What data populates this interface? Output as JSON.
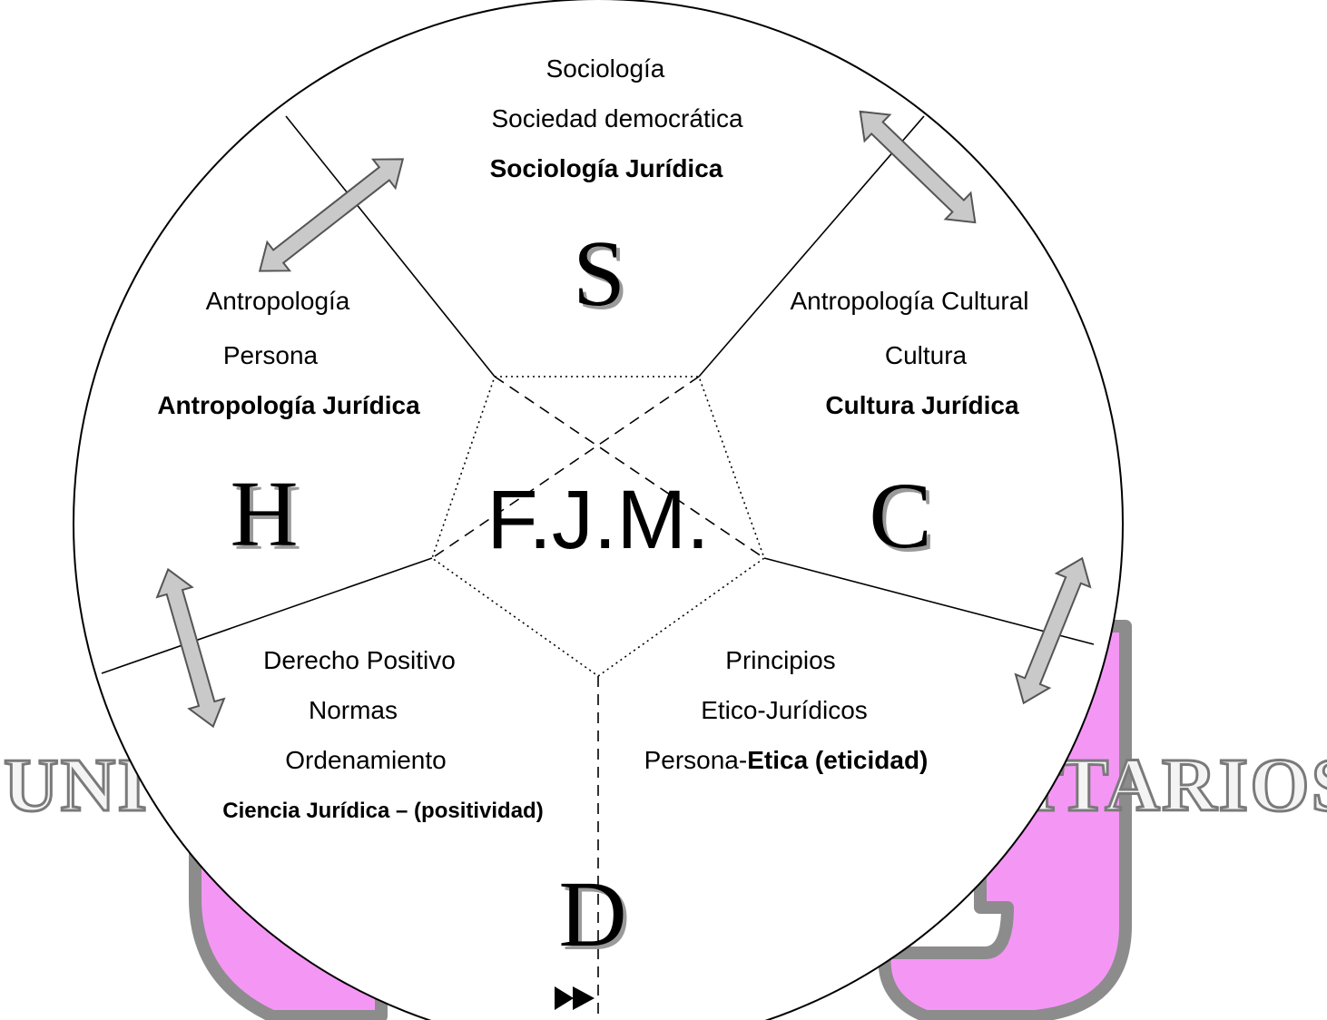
{
  "watermark": {
    "left_text": "UNIO",
    "right_text": "SITARIOS",
    "colors": {
      "fill": "#f497f4",
      "outline": "#8c8c8c"
    }
  },
  "center": {
    "label": "F.J.M."
  },
  "sectors": {
    "S": {
      "letter": "S",
      "lines": [
        "Sociología",
        "Sociedad democrática"
      ],
      "bold_line": "Sociología Jurídica"
    },
    "C": {
      "letter": "C",
      "lines": [
        "Antropología Cultural",
        "Cultura"
      ],
      "bold_line": "Cultura Jurídica"
    },
    "H": {
      "letter": "H",
      "lines": [
        "Antropología",
        "Persona"
      ],
      "bold_line": "Antropología Jurídica"
    },
    "D": {
      "letter": "D",
      "lines": [
        "Derecho Positivo",
        "Normas",
        "Ordenamiento"
      ],
      "bold_line": "Ciencia Jurídica – (positividad)"
    },
    "E": {
      "lines": [
        "Principios",
        "Etico-Jurídicos"
      ],
      "mixed_line": {
        "plain": "Persona-",
        "bold": "Etica (eticidad)"
      }
    }
  },
  "colors": {
    "arrow_fill": "#c9c9c9",
    "arrow_stroke": "#555555",
    "letter_shadow": "#9a9a9a"
  }
}
